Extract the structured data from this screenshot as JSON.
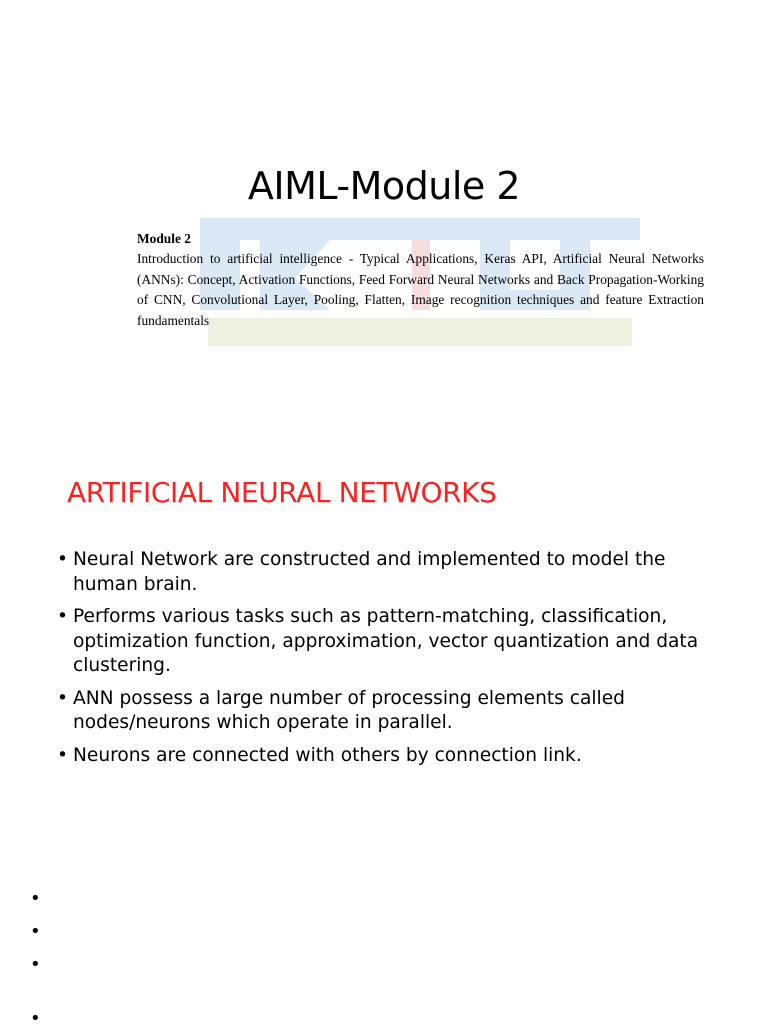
{
  "slide1": {
    "title": "AIML-Module 2",
    "syllabus_heading": "Module 2",
    "syllabus_text": "Introduction to artificial intelligence - Typical Applications, Keras API, Artificial Neural Networks (ANNs): Concept, Activation Functions, Feed Forward Neural Networks and Back Propagation-Working of CNN, Convolutional Layer, Pooling, Flatten, Image recognition techniques and feature Extraction fundamentals"
  },
  "slide2": {
    "heading": "ARTIFICIAL NEURAL NETWORKS",
    "heading_color": "#ff1f1f",
    "bullets": [
      "Neural Network are constructed and implemented to model the human brain.",
      "Performs various tasks such as pattern-matching, classification, optimization function, approximation, vector quantization and data clustering.",
      "ANN possess a large number of processing elements called nodes/neurons which operate in parallel.",
      "Neurons are connected with others by connection link."
    ]
  },
  "footer_bullets": [
    "•",
    "•",
    "•",
    "•"
  ],
  "bullet_glyph": "•",
  "watermark_colors": {
    "blue": "#dbe9f6",
    "red": "#f6dede",
    "olive": "#eef0e0"
  }
}
